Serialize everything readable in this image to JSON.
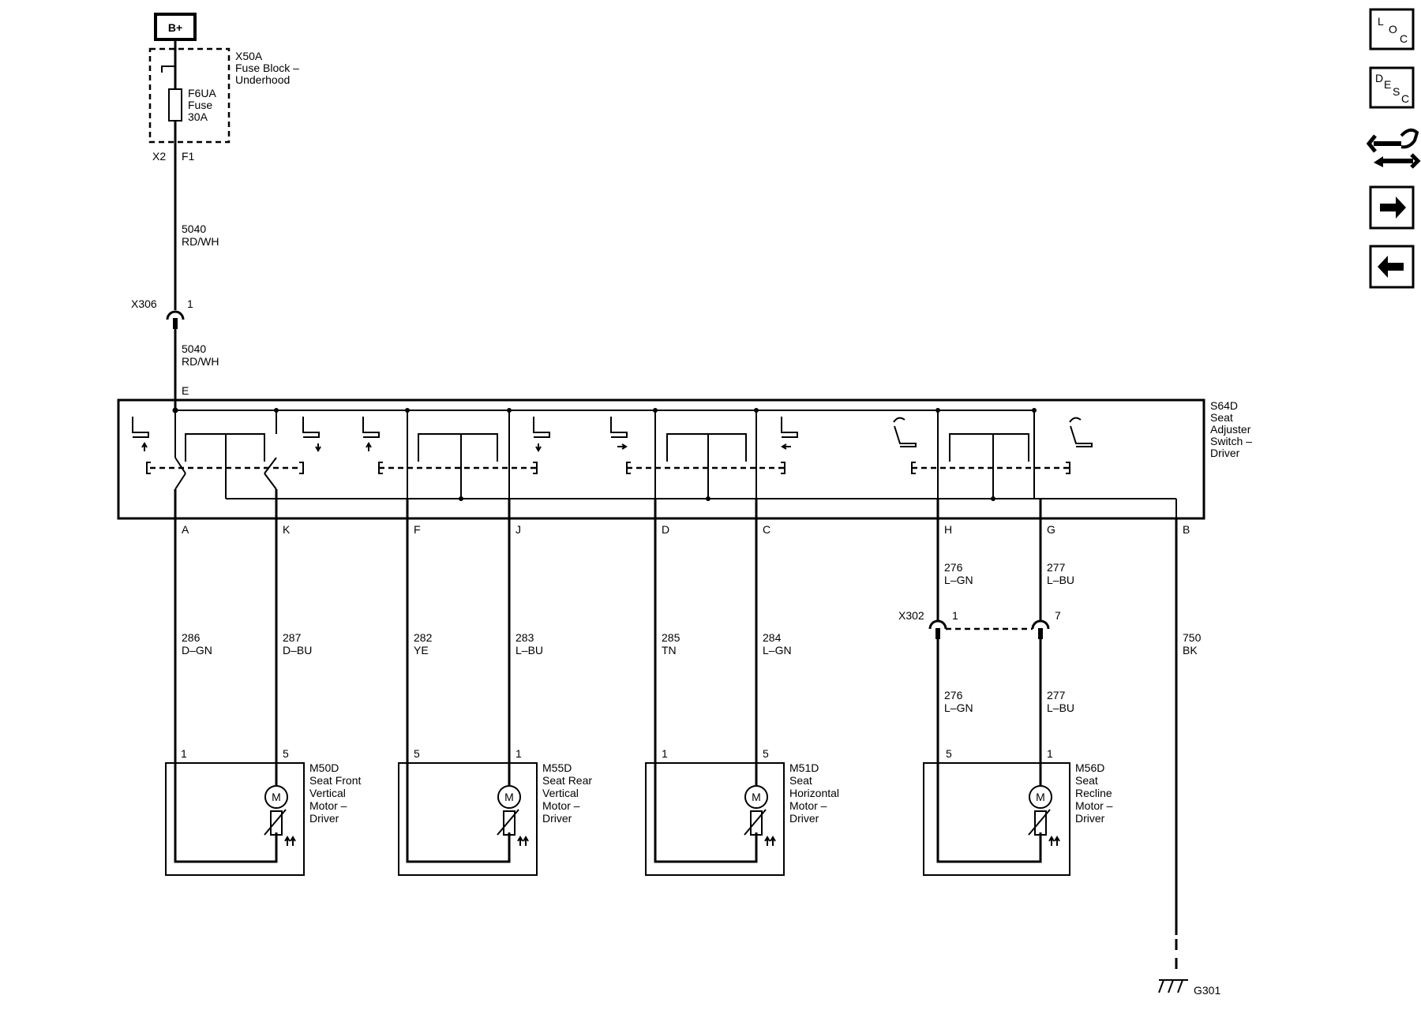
{
  "power_source": "B+",
  "fuse_block": {
    "id": "X50A",
    "line1": "Fuse Block –",
    "line2": "Underhood"
  },
  "fuse": {
    "id": "F6UA",
    "line1": "Fuse",
    "line2": "30A"
  },
  "fuse_block_pins": {
    "connector": "X2",
    "pin": "F1"
  },
  "wire_5040_upper": {
    "circuit": "5040",
    "color": "RD/WH"
  },
  "inline_connector_x306": {
    "id": "X306",
    "pin": "1"
  },
  "wire_5040_lower": {
    "circuit": "5040",
    "color": "RD/WH"
  },
  "switch": {
    "id": "S64D",
    "lines": [
      "Seat",
      "Adjuster",
      "Switch –",
      "Driver"
    ],
    "input_pin": "E",
    "pins": [
      "A",
      "K",
      "F",
      "J",
      "D",
      "C",
      "H",
      "G",
      "B"
    ]
  },
  "circuits": [
    {
      "circuit": "286",
      "color": "D–GN"
    },
    {
      "circuit": "287",
      "color": "D–BU"
    },
    {
      "circuit": "282",
      "color": "YE"
    },
    {
      "circuit": "283",
      "color": "L–BU"
    },
    {
      "circuit": "285",
      "color": "TN"
    },
    {
      "circuit": "284",
      "color": "L–GN"
    },
    {
      "circuit": "750",
      "color": "BK"
    }
  ],
  "recline_wires": {
    "upper": [
      {
        "circuit": "276",
        "color": "L–GN"
      },
      {
        "circuit": "277",
        "color": "L–BU"
      }
    ],
    "lower": [
      {
        "circuit": "276",
        "color": "L–GN"
      },
      {
        "circuit": "277",
        "color": "L–BU"
      }
    ]
  },
  "inline_connector_x302": {
    "id": "X302",
    "pin_left": "1",
    "pin_right": "7"
  },
  "motors": [
    {
      "id": "M50D",
      "lines": [
        "Seat Front",
        "Vertical",
        "Motor –",
        "Driver"
      ],
      "pin_left": "1",
      "pin_right": "5",
      "symbol": "M"
    },
    {
      "id": "M55D",
      "lines": [
        "Seat Rear",
        "Vertical",
        "Motor –",
        "Driver"
      ],
      "pin_left": "5",
      "pin_right": "1",
      "symbol": "M"
    },
    {
      "id": "M51D",
      "lines": [
        "Seat",
        "Horizontal",
        "Motor –",
        "Driver"
      ],
      "pin_left": "1",
      "pin_right": "5",
      "symbol": "M"
    },
    {
      "id": "M56D",
      "lines": [
        "Seat",
        "Recline",
        "Motor –",
        "Driver"
      ],
      "pin_left": "5",
      "pin_right": "1",
      "symbol": "M"
    }
  ],
  "ground": {
    "id": "G301"
  },
  "nav": {
    "loc": {
      "a": "L",
      "b": "O",
      "c": "C"
    },
    "desc": {
      "a": "D",
      "b": "E",
      "c": "S",
      "d": "C"
    },
    "icons": [
      "connector-swap-icon",
      "arrow-right-icon",
      "arrow-left-icon"
    ]
  }
}
